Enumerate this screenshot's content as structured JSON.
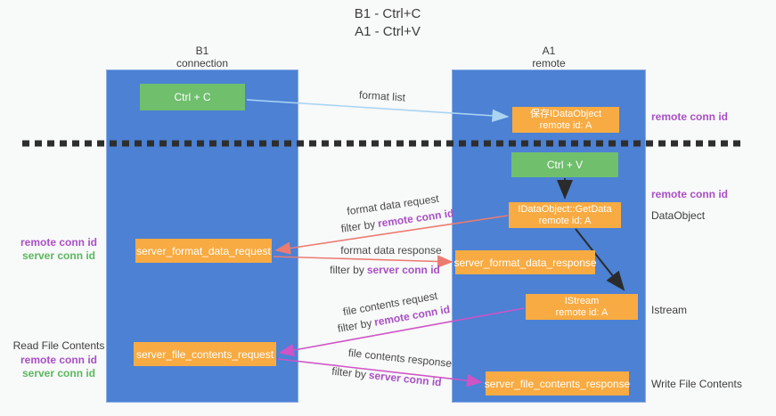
{
  "title": {
    "line1": "B1 - Ctrl+C",
    "line2": "A1 - Ctrl+V"
  },
  "columns": {
    "left": {
      "name": "B1",
      "subtitle": "connection"
    },
    "right": {
      "name": "A1",
      "subtitle": "remote"
    }
  },
  "boxes": {
    "ctrl_c": {
      "label": "Ctrl + C"
    },
    "ctrl_v": {
      "label": "Ctrl + V"
    },
    "save_dataobject": {
      "line1": "保存IDataObject",
      "line2": "remote id: A"
    },
    "getdata": {
      "line1": "IDataObject::GetData",
      "line2": "remote id: A"
    },
    "istream": {
      "line1": "IStream",
      "line2": "remote id: A"
    },
    "format_request": {
      "label": "server_format_data_request"
    },
    "format_response": {
      "label": "server_format_data_response"
    },
    "file_request": {
      "label": "server_file_contents_request"
    },
    "file_response": {
      "label": "server_file_contents_response"
    }
  },
  "arrows": {
    "format_list": {
      "label": "format list"
    },
    "format_data_request": {
      "label": "format data request",
      "filter_prefix": "filter by",
      "filter_key": "remote conn id"
    },
    "format_data_response": {
      "label": "format data response",
      "filter_prefix": "filter by",
      "filter_key": "server conn id"
    },
    "file_contents_request": {
      "label": "file contents request",
      "filter_prefix": "filter by",
      "filter_key": "remote conn id"
    },
    "file_contents_response": {
      "label": "file contents response",
      "filter_prefix": "filter by",
      "filter_key": "server conn id"
    }
  },
  "side_labels": {
    "right_remote_conn_top": "remote conn id",
    "right_remote_conn_mid": "remote conn id",
    "right_dataobject": "DataObject",
    "right_istream": "Istream",
    "right_write_file": "Write File Contents",
    "left_remote_conn_format": "remote conn id",
    "left_server_conn_format": "server conn id",
    "left_read_file": "Read File Contents",
    "left_remote_conn_file": "remote conn id",
    "left_server_conn_file": "server conn id"
  },
  "colors": {
    "column_blue": "#4c81d4",
    "box_orange": "#f8ab42",
    "box_green": "#6fbf6d",
    "arrow_light_blue": "#a9d4f2",
    "arrow_red": "#ec7b70",
    "arrow_magenta": "#cf54c6",
    "arrow_black": "#2b2b2b",
    "dashed_line": "#2e2e2e",
    "label_purple": "#a950c5",
    "label_green": "#5bb85f"
  }
}
